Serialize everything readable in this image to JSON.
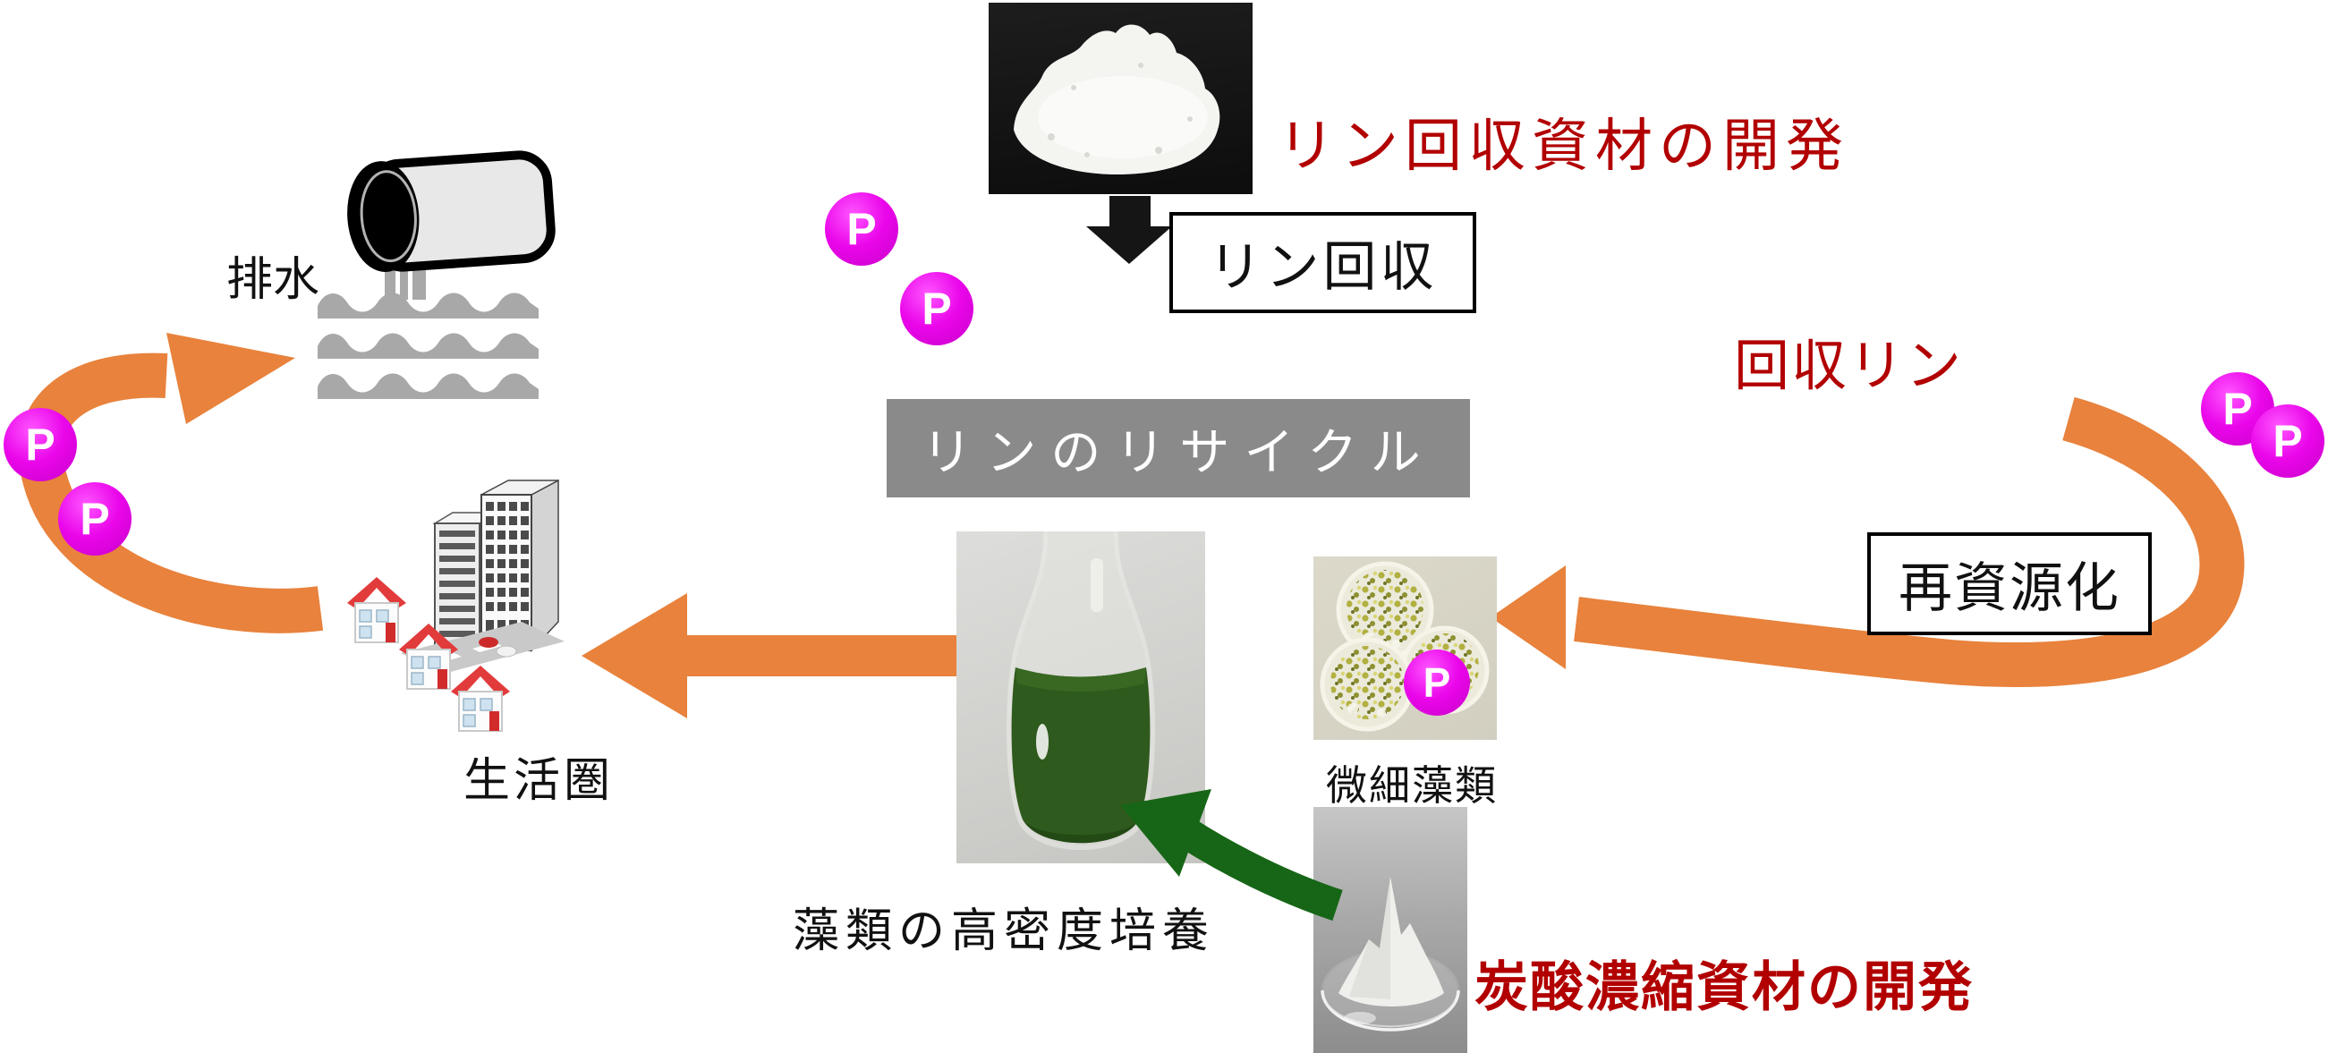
{
  "title_banner": {
    "text": "リンのリサイクル"
  },
  "captions": {
    "recovery_material": "リン回収資材の開発",
    "recovered_phosphorus": "回収リン",
    "carbonate_material": "炭酸濃縮資材の開発"
  },
  "boxes": {
    "phosphorus_recovery": "リン回収",
    "re_resourcing": "再資源化"
  },
  "labels": {
    "wastewater": "排水",
    "living_sphere": "生活圏",
    "microalgae": "微細藻類",
    "high_density_culture": "藻類の高密度培養"
  },
  "phosphorus_badge": {
    "symbol": "P",
    "count": 7
  },
  "colors": {
    "cycle_orange": "#E8823C",
    "phosphorus_magenta": "#E506E5",
    "caption_red": "#B20000",
    "culture_green": "#176617",
    "title_gray": "#8A8A8A"
  }
}
